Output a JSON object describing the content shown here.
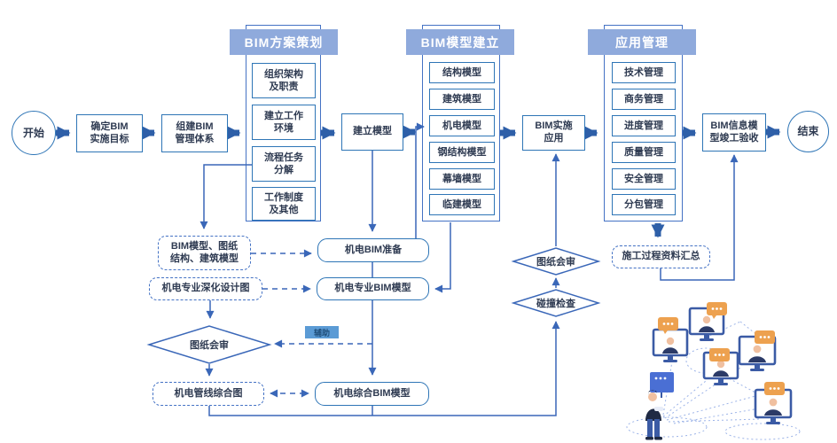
{
  "flow": {
    "start": "开始",
    "define_goal": "确定BIM\n实施目标",
    "build_system": "组建BIM\n管理体系",
    "build_model": "建立模型",
    "implementation": "BIM实施\n应用",
    "acceptance": "BIM信息模\n型竣工验收",
    "end": "结束"
  },
  "planning": {
    "title": "BIM方案策划",
    "items": [
      "组织架构\n及职责",
      "建立工作\n环境",
      "流程任务\n分解",
      "工作制度\n及其他"
    ]
  },
  "modeling": {
    "title": "BIM模型建立",
    "items": [
      "结构模型",
      "建筑模型",
      "机电模型",
      "钢结构模型",
      "幕墙模型",
      "临建模型"
    ]
  },
  "application": {
    "title": "应用管理",
    "items": [
      "技术管理",
      "商务管理",
      "进度管理",
      "质量管理",
      "安全管理",
      "分包管理"
    ]
  },
  "mep": {
    "inputs": "BIM模型、图纸\n结构、建筑模型",
    "prep": "机电BIM准备",
    "design": "机电专业深化设计图",
    "pro_model": "机电专业BIM模型",
    "drawing_review": "图纸会审",
    "aux_tag": "辅助",
    "pipeline": "机电管线综合图",
    "combined_model": "机电综合BIM模型"
  },
  "review": {
    "drawing_review": "图纸会审",
    "clash_check": "碰撞检查",
    "docs_summary": "施工过程资料汇总"
  },
  "colors": {
    "header_fill": "#8FAADC",
    "header_text": "#FFFFFF",
    "box_border": "#2E75B6",
    "container_border": "#4472C4",
    "thick_arrow": "#2E5FA8",
    "thin_line": "#3A67B8",
    "dashed_line": "#4472C4",
    "tag_bg": "#5B9BD5",
    "tag_text": "#1F4E79",
    "bubble_orange": "#EDA14F",
    "monitor_blue": "#3B5BA5",
    "person_navy": "#1F2A44"
  }
}
